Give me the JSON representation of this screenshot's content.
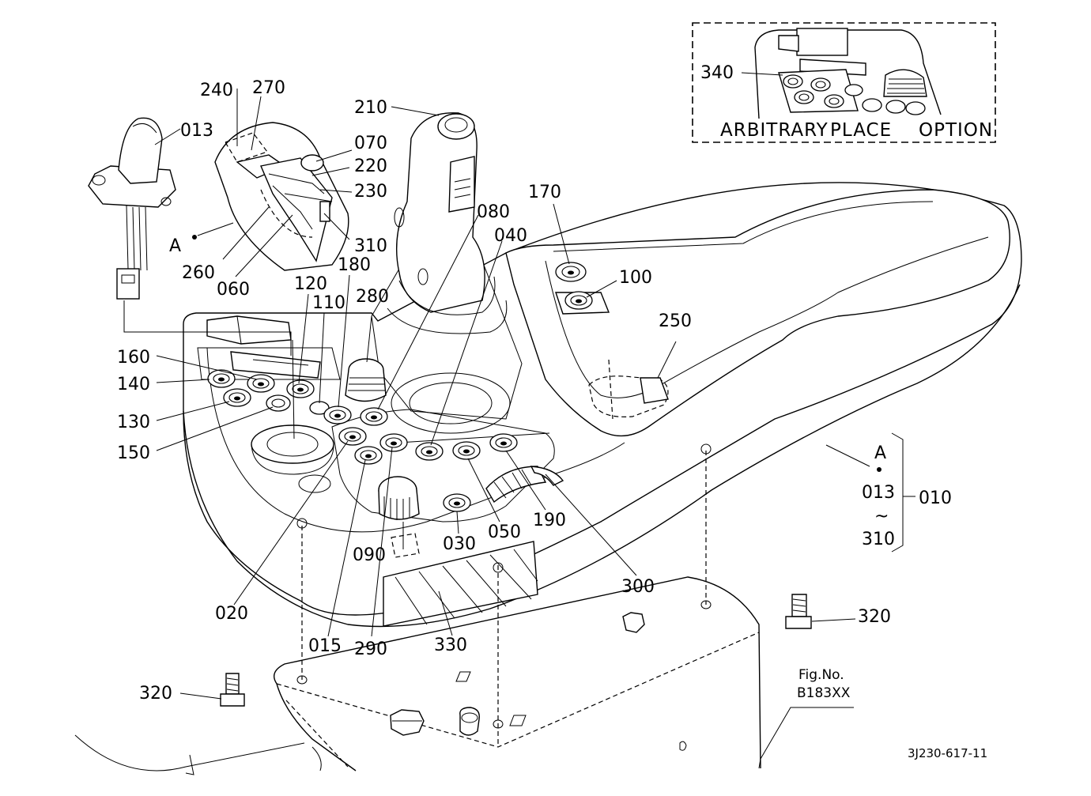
{
  "drawing": {
    "figure_label": "Fig.No.",
    "figure_number": "B183XX",
    "drawing_code": "3J230-617-11",
    "option_note": {
      "word1": "ARBITRARY",
      "word2": "PLACE",
      "word3": "OPTION"
    },
    "assembly": {
      "ref_mark": "A",
      "parent_part": "010",
      "range_from": "013",
      "range_tilde": "~",
      "range_to": "310"
    },
    "detail_ref_mark": "A"
  },
  "part_labels": {
    "p013": "013",
    "p240": "240",
    "p270": "270",
    "p070": "070",
    "p220": "220",
    "p230": "230",
    "p310": "310",
    "p260": "260",
    "p060": "060",
    "p120": "120",
    "p180": "180",
    "p110": "110",
    "p280": "280",
    "p210": "210",
    "p080": "080",
    "p040": "040",
    "p170": "170",
    "p100": "100",
    "p250": "250",
    "p160": "160",
    "p140": "140",
    "p130": "130",
    "p150": "150",
    "p020": "020",
    "p015": "015",
    "p290": "290",
    "p330": "330",
    "p090": "090",
    "p030": "030",
    "p050": "050",
    "p190": "190",
    "p300": "300",
    "p320a": "320",
    "p320b": "320",
    "p340": "340"
  }
}
